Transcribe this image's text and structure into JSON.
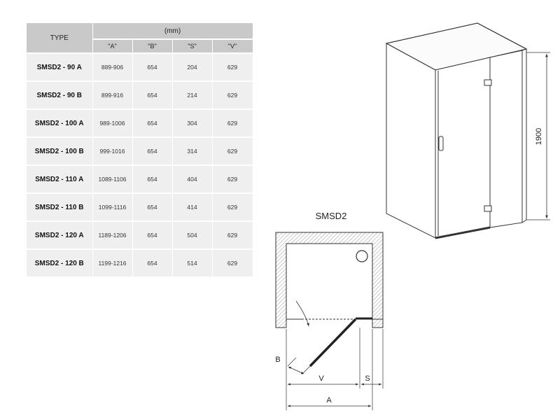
{
  "table": {
    "type_header": "TYPE",
    "unit_header": "(mm)",
    "columns": [
      "\"A\"",
      "\"B\"",
      "\"S\"",
      "\"V\""
    ],
    "rows": [
      {
        "type": "SMSD2 - 90 A",
        "a": "889-906",
        "b": "654",
        "s": "204",
        "v": "629"
      },
      {
        "type": "SMSD2 - 90 B",
        "a": "899-916",
        "b": "654",
        "s": "214",
        "v": "629"
      },
      {
        "type": "SMSD2 - 100 A",
        "a": "989-1006",
        "b": "654",
        "s": "304",
        "v": "629"
      },
      {
        "type": "SMSD2 - 100 B",
        "a": "999-1016",
        "b": "654",
        "s": "314",
        "v": "629"
      },
      {
        "type": "SMSD2 - 110 A",
        "a": "1089-1106",
        "b": "654",
        "s": "404",
        "v": "629"
      },
      {
        "type": "SMSD2 - 110 B",
        "a": "1099-1116",
        "b": "654",
        "s": "414",
        "v": "629"
      },
      {
        "type": "SMSD2 - 120 A",
        "a": "1189-1206",
        "b": "654",
        "s": "504",
        "v": "629"
      },
      {
        "type": "SMSD2 - 120 B",
        "a": "1199-1216",
        "b": "654",
        "s": "514",
        "v": "629"
      }
    ]
  },
  "plan": {
    "title": "SMSD2",
    "labels": {
      "b": "B",
      "v": "V",
      "s": "S",
      "a": "A"
    }
  },
  "elevation": {
    "height_label": "1900"
  },
  "colors": {
    "header_bg": "#c9c9c9",
    "cell_bg": "#efefef",
    "line": "#333333"
  }
}
